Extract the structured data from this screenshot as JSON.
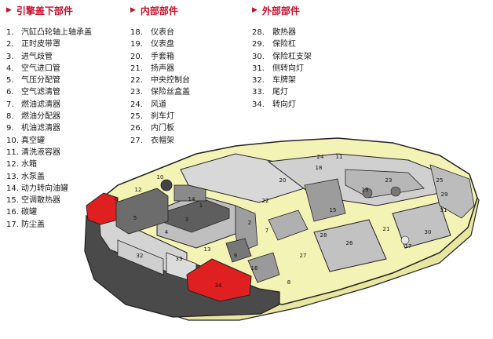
{
  "sections": [
    {
      "title": "引擎盖下部件",
      "items": [
        {
          "num": "1.",
          "label": "汽缸凸轮轴上轴承盖"
        },
        {
          "num": "2.",
          "label": "正时皮带罩"
        },
        {
          "num": "3.",
          "label": "进气歧管"
        },
        {
          "num": "4.",
          "label": "空气进口管"
        },
        {
          "num": "5.",
          "label": "气压分配管"
        },
        {
          "num": "6.",
          "label": "空气滤清管"
        },
        {
          "num": "7.",
          "label": "燃油滤清器"
        },
        {
          "num": "8.",
          "label": "燃油分配器"
        },
        {
          "num": "9.",
          "label": "机油滤清器"
        },
        {
          "num": "10.",
          "label": "真空罐"
        },
        {
          "num": "11.",
          "label": "清洗液容器"
        },
        {
          "num": "12.",
          "label": "水箱"
        },
        {
          "num": "13.",
          "label": "水泵盖"
        },
        {
          "num": "14.",
          "label": "动力转向油罐"
        },
        {
          "num": "15.",
          "label": "空调散热器"
        },
        {
          "num": "16.",
          "label": "碳罐"
        },
        {
          "num": "17.",
          "label": "防尘盖"
        }
      ]
    },
    {
      "title": "内部部件",
      "items": [
        {
          "num": "18.",
          "label": "仪表台"
        },
        {
          "num": "19.",
          "label": "仪表盘"
        },
        {
          "num": "20.",
          "label": "手套箱"
        },
        {
          "num": "21.",
          "label": "扬声器"
        },
        {
          "num": "22.",
          "label": "中央控制台"
        },
        {
          "num": "23.",
          "label": "保险丝盒盖"
        },
        {
          "num": "24.",
          "label": "风道"
        },
        {
          "num": "25.",
          "label": "刹车灯"
        },
        {
          "num": "26.",
          "label": "内门板"
        },
        {
          "num": "27.",
          "label": "衣帽架"
        }
      ]
    },
    {
      "title": "外部部件",
      "items": [
        {
          "num": "28.",
          "label": "散热器"
        },
        {
          "num": "29.",
          "label": "保险杠"
        },
        {
          "num": "30.",
          "label": "保险杠支架"
        },
        {
          "num": "31.",
          "label": "侧转向灯"
        },
        {
          "num": "32.",
          "label": "车牌架"
        },
        {
          "num": "33.",
          "label": "尾灯"
        },
        {
          "num": "34.",
          "label": "转向灯"
        }
      ]
    }
  ],
  "callouts": [
    "1",
    "2",
    "3",
    "4",
    "5",
    "6",
    "7",
    "8",
    "9",
    "10",
    "11",
    "12",
    "13",
    "14",
    "15",
    "16",
    "17",
    "18",
    "19",
    "20",
    "21",
    "22",
    "23",
    "24",
    "25",
    "26",
    "27",
    "28",
    "29",
    "30",
    "31",
    "32",
    "33",
    "34"
  ],
  "colors": {
    "title": "#c8102e",
    "car_body": "#f4f3b6",
    "parts_grey": "#c9c9c9",
    "parts_dark": "#555555",
    "lamp_red": "#e02020",
    "outline": "#222222"
  }
}
